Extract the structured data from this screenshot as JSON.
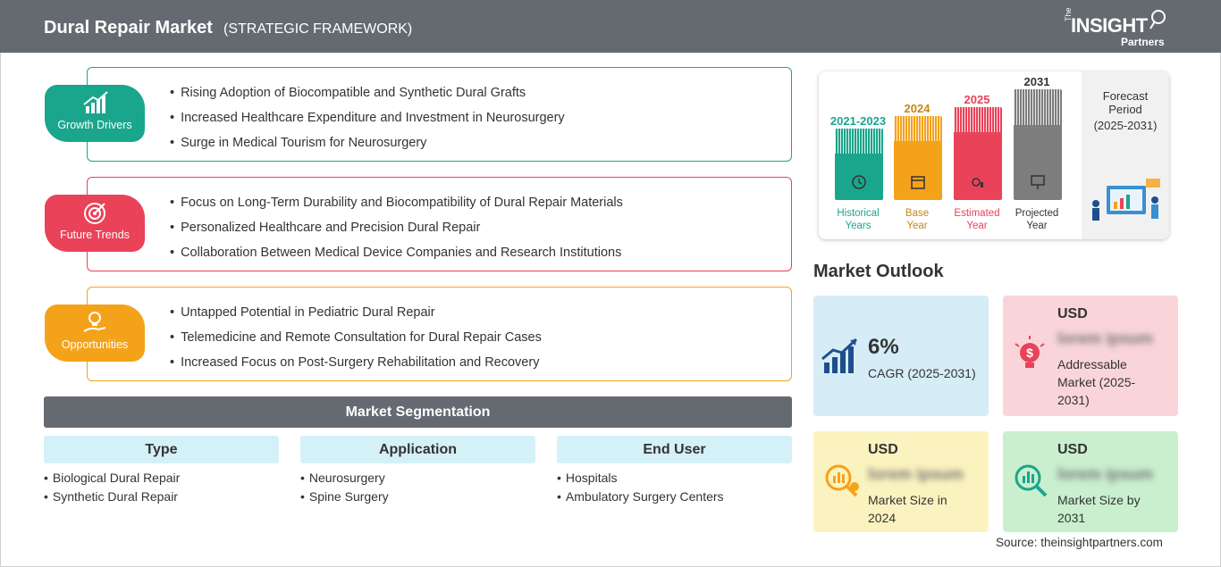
{
  "header": {
    "title": "Dural Repair Market",
    "subtitle": "(STRATEGIC FRAMEWORK)",
    "logo": {
      "the": "The",
      "word": "INSIGHT",
      "partners": "Partners"
    }
  },
  "factors": [
    {
      "label": "Growth Drivers",
      "color": "#1aa68c",
      "icon": "chart-up-icon",
      "items": [
        "Rising Adoption of Biocompatible and Synthetic Dural Grafts",
        "Increased Healthcare Expenditure and Investment in Neurosurgery",
        "Surge in Medical Tourism for Neurosurgery"
      ]
    },
    {
      "label": "Future Trends",
      "color": "#e94259",
      "icon": "target-icon",
      "items": [
        "Focus on Long-Term Durability and Biocompatibility of Dural Repair Materials",
        "Personalized Healthcare and Precision Dural Repair",
        "Collaboration Between Medical Device Companies and Research Institutions"
      ]
    },
    {
      "label": "Opportunities",
      "color": "#f5a21b",
      "icon": "lightbulb-hand-icon",
      "items": [
        "Untapped Potential in Pediatric Dural Repair",
        "Telemedicine and Remote Consultation for Dural Repair Cases",
        "Increased Focus on Post-Surgery Rehabilitation and Recovery"
      ]
    }
  ],
  "segmentation": {
    "title": "Market Segmentation",
    "columns": [
      {
        "head": "Type",
        "items": [
          "Biological Dural Repair",
          "Synthetic Dural Repair"
        ]
      },
      {
        "head": "Application",
        "items": [
          "Neurosurgery",
          "Spine Surgery"
        ]
      },
      {
        "head": "End User",
        "items": [
          "Hospitals",
          "Ambulatory Surgery Centers"
        ]
      }
    ]
  },
  "timeline": {
    "forecast": {
      "line1": "Forecast",
      "line2": "Period",
      "line3": "(2025-2031)"
    },
    "bars": [
      {
        "year": "2021-2023",
        "cap1": "Historical",
        "cap2": "Years",
        "color": "#1aa68c",
        "icon": "history-icon"
      },
      {
        "year": "2024",
        "cap1": "Base",
        "cap2": "Year",
        "color": "#f5a21b",
        "icon": "calendar-icon"
      },
      {
        "year": "2025",
        "cap1": "Estimated",
        "cap2": "Year",
        "color": "#e94259",
        "icon": "gear-chart-icon"
      },
      {
        "year": "2031",
        "cap1": "Projected",
        "cap2": "Year",
        "color": "#7d7d7d",
        "icon": "presentation-icon"
      }
    ]
  },
  "outlook": {
    "title": "Market Outlook",
    "cagr": {
      "value": "6%",
      "label": "CAGR (2025-2031)",
      "color": "#d6ecf7",
      "icon": "bar-growth-icon"
    },
    "addressable": {
      "usd": "USD",
      "value": "lorem ipsum",
      "line1": "Addressable",
      "line2": "Market (2025-",
      "line3": "2031)",
      "color": "#f9d5da",
      "icon": "dollar-bulb-icon"
    },
    "size2024": {
      "usd": "USD",
      "value": "lorem ipsum",
      "line1": "Market Size in",
      "line2": "2024",
      "color": "#fbf3bf",
      "icon": "coins-magnifier-icon"
    },
    "size2031": {
      "usd": "USD",
      "value": "lorem ipsum",
      "line1": "Market Size by",
      "line2": "2031",
      "color": "#c9efcf",
      "icon": "chart-magnifier-icon"
    }
  },
  "source": "Source: theinsightpartners.com"
}
